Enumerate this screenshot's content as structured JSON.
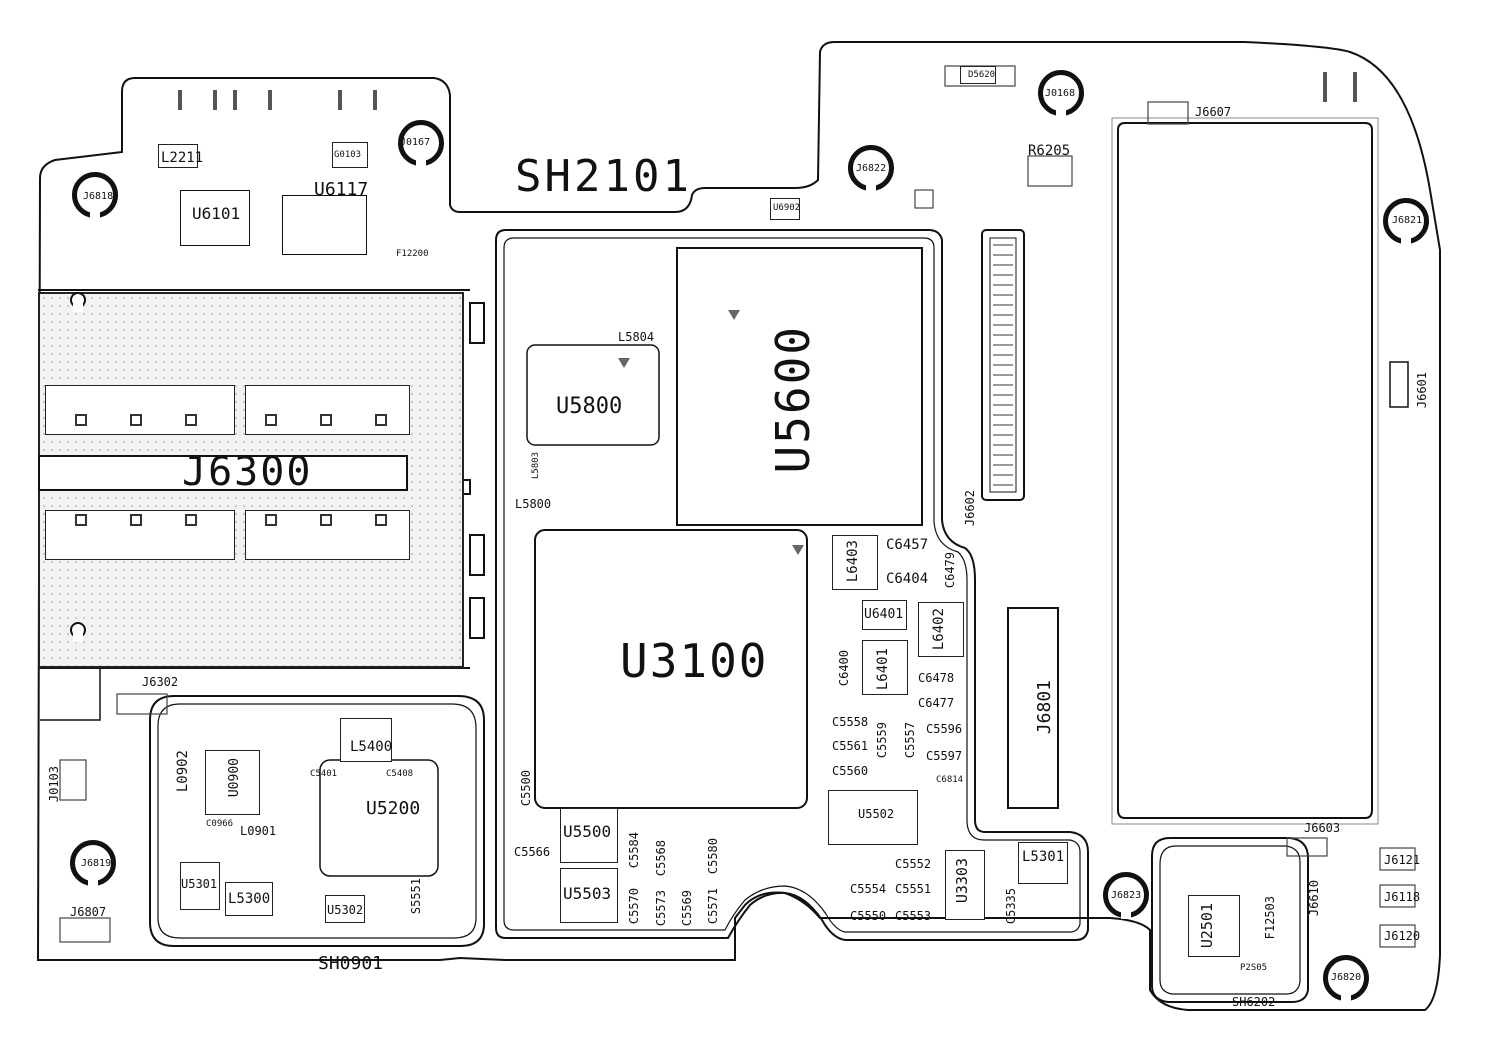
{
  "board": {
    "shields": [
      "SH2101",
      "SH0901",
      "SH6202"
    ],
    "chips": [
      "U5600",
      "U3100",
      "U5800",
      "U5200",
      "U6101",
      "U6117",
      "U5500",
      "U5503",
      "U5502",
      "U3303",
      "U2501",
      "U6401",
      "U0900",
      "U5301",
      "U5302",
      "U6902"
    ],
    "connectors": [
      "J6300",
      "J6302",
      "J6602",
      "J6601",
      "J6801",
      "J6607",
      "J6603",
      "J6610",
      "J6121",
      "J6118",
      "J6120",
      "J6807",
      "J0103"
    ],
    "test_rings": [
      "J6818",
      "J0167",
      "J6822",
      "J0168",
      "J6821",
      "J6819",
      "J6823",
      "J6820"
    ],
    "inductors": [
      "L2211",
      "L5804",
      "L5803",
      "L5800",
      "L6403",
      "L6402",
      "L6401",
      "L5400",
      "L0902",
      "L0901",
      "L5300",
      "L5301"
    ],
    "passives": [
      "C6457",
      "C6404",
      "C6479",
      "C6400",
      "C6478",
      "C6477",
      "C5596",
      "C5597",
      "C6814",
      "C5558",
      "C5561",
      "C5559",
      "C5557",
      "C5560",
      "C5552",
      "C5554",
      "C5551",
      "C5550",
      "C5553",
      "C5335",
      "C5566",
      "C5584",
      "C5568",
      "C5580",
      "C5573",
      "C5569",
      "C5571",
      "C5570",
      "C5500",
      "C5401",
      "C5408",
      "C0966",
      "F12503",
      "F12200",
      "D5620",
      "R6205",
      "G0103",
      "P2S05",
      "S5551"
    ]
  }
}
